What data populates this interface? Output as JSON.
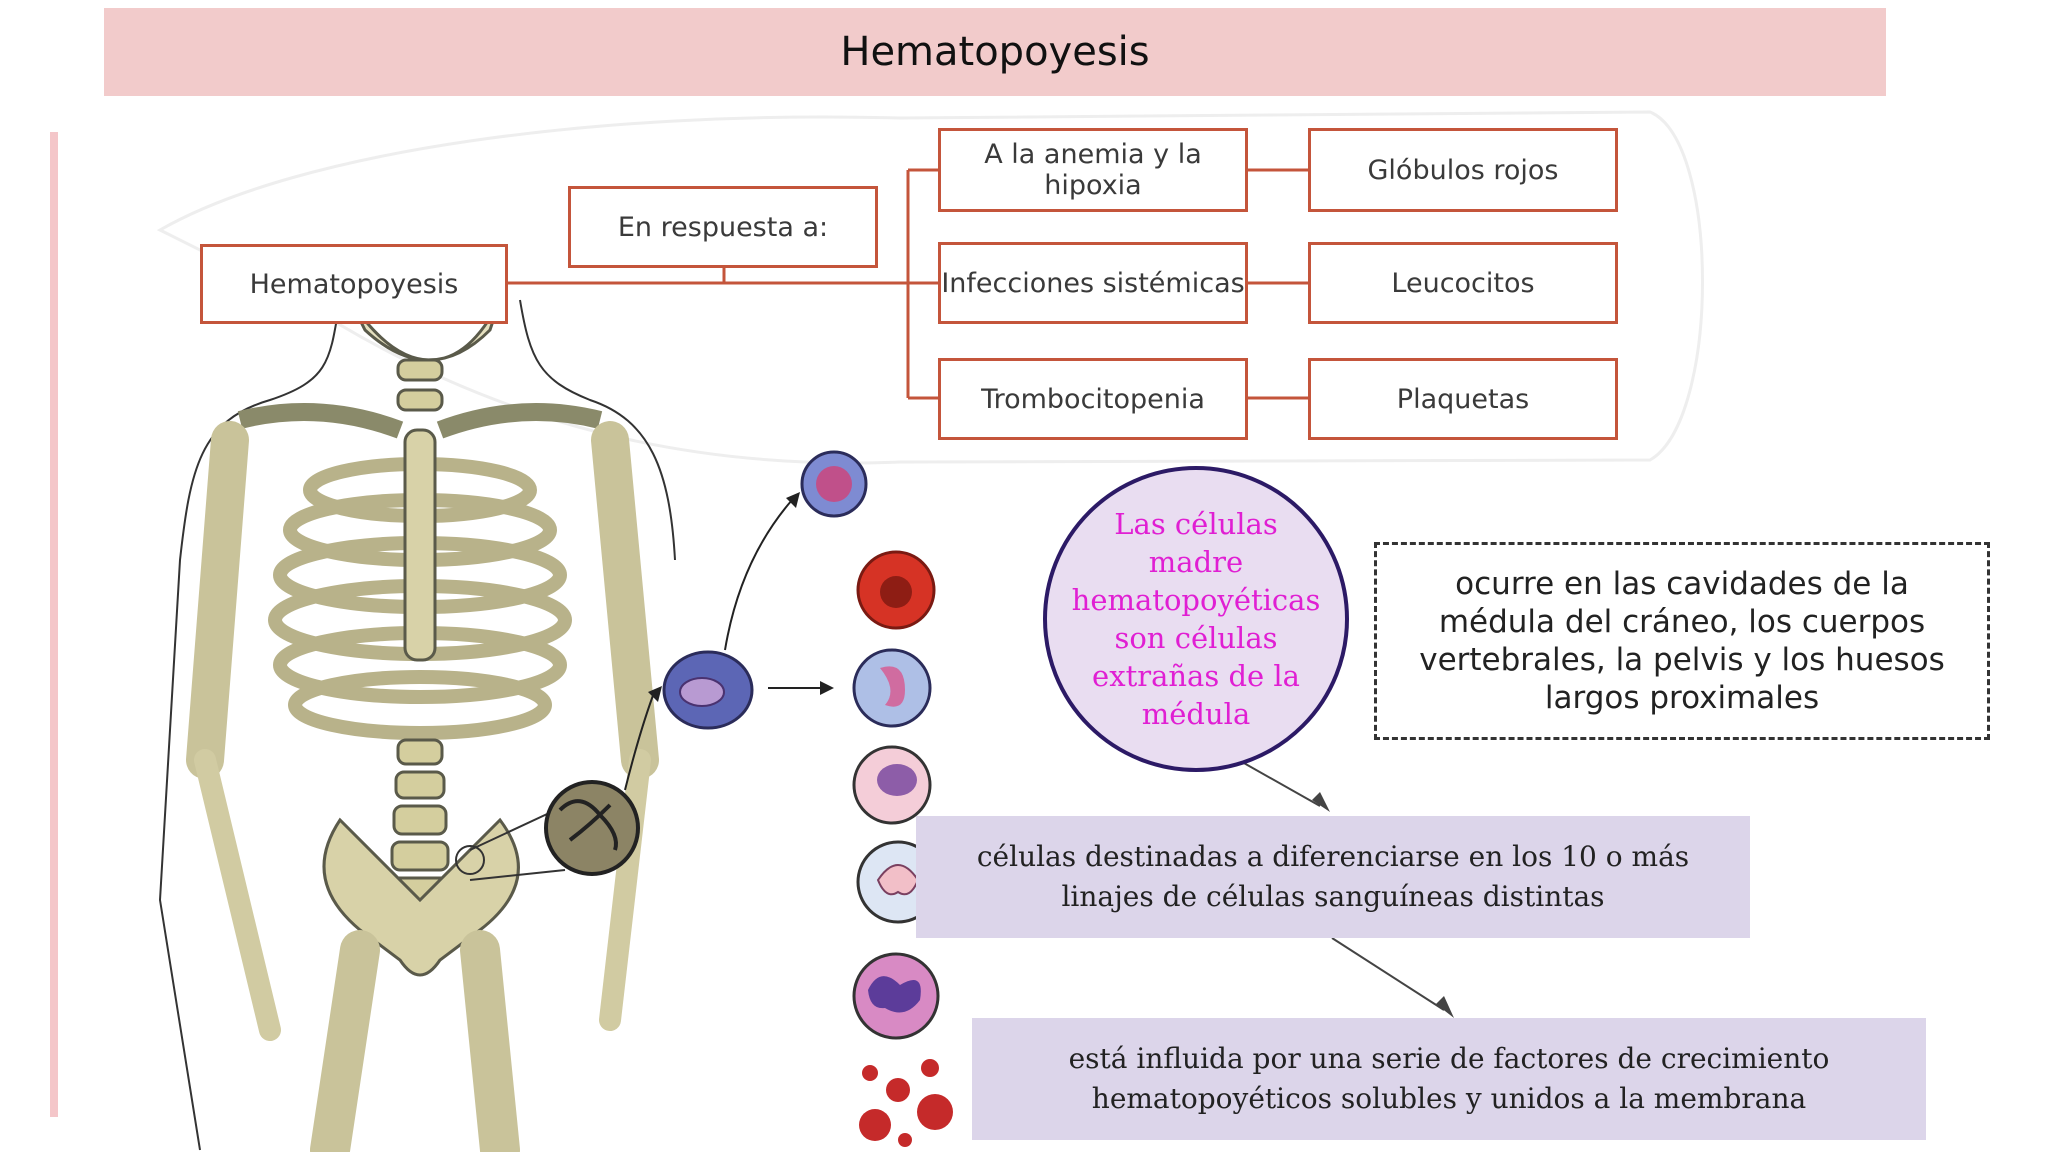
{
  "title": "Hematopoyesis",
  "concept_map": {
    "root": "Hematopoyesis",
    "response": "En respuesta a:",
    "stimuli": [
      "A la anemia y la hipoxia",
      "Infecciones sistémicas",
      "Trombocitopenia"
    ],
    "outputs": [
      "Glóbulos rojos",
      "Leucocitos",
      "Plaquetas"
    ]
  },
  "stem_cells_text": "Las células madre hematopoyéticas son células extrañas de la médula",
  "location_text": "ocurre en las cavidades de la médula del cráneo, los cuerpos vertebrales, la pelvis y los huesos largos proximales",
  "differentiation_text": "células destinadas a diferenciarse en los 10 o más linajes de células sanguíneas distintas",
  "factors_text": "está influida por una serie de factores de crecimiento hematopoyéticos solubles y unidos a la membrana",
  "colors": {
    "title_bg": "#f2cbcb",
    "box_border": "#c4553b",
    "circle_text": "#e01fd3",
    "circle_border": "#2c1a66",
    "lavender_bg": "#dcd5ea"
  }
}
